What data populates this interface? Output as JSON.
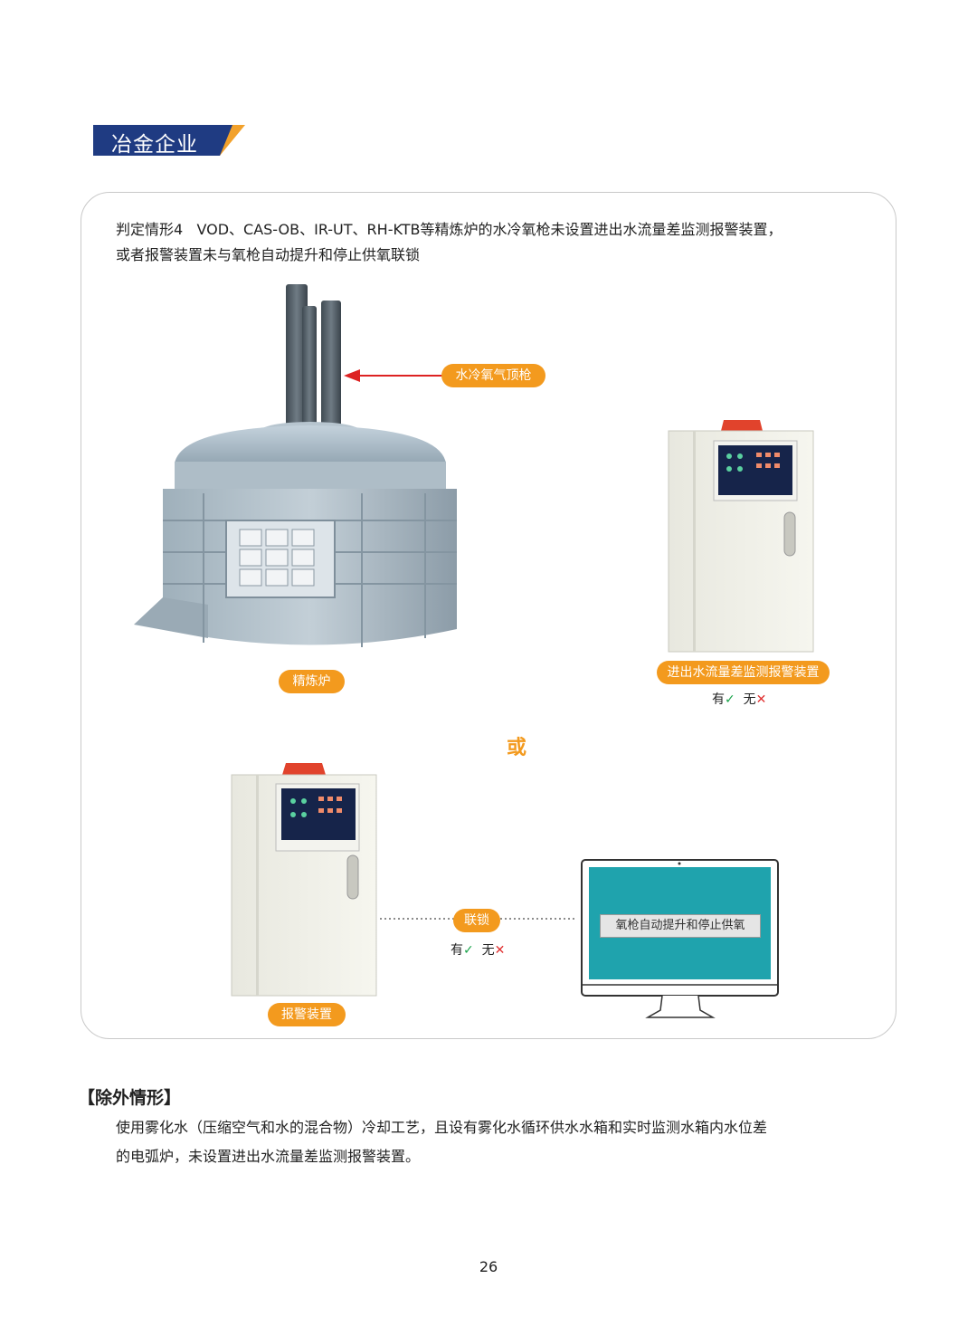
{
  "section": {
    "title": "冶金企业"
  },
  "situation": {
    "label": "判定情形4",
    "text": "VOD、CAS-OB、IR-UT、RH-KTB等精炼炉的水冷氧枪未设置进出水流量差监测报警装置，",
    "text2": "或者报警装置未与氧枪自动提升和停止供氧联锁"
  },
  "figure": {
    "lance_label": "水冷氧气顶枪",
    "furnace_label": "精炼炉",
    "monitor_device_label": "进出水流量差监测报警装置",
    "or_text": "或",
    "alarm_device_label": "报警装置",
    "interlock_label": "联锁",
    "screen_text": "氧枪自动提升和停止供氧",
    "yes_text": "有",
    "no_text": "无",
    "yes_mark": "✓",
    "no_mark": "✕"
  },
  "exclusion": {
    "title": "【除外情形】",
    "line1": "使用雾化水（压缩空气和水的混合物）冷却工艺，且设有雾化水循环供水水箱和实时监测水箱内水位差",
    "line2": "的电弧炉，未设置进出水流量差监测报警装置。"
  },
  "page_number": "26",
  "colors": {
    "accent_orange": "#f39a1e",
    "tag_blue": "#1f3b82",
    "screen_teal": "#1fa3ad",
    "yes_green": "#19a34a",
    "no_red": "#e03131"
  }
}
